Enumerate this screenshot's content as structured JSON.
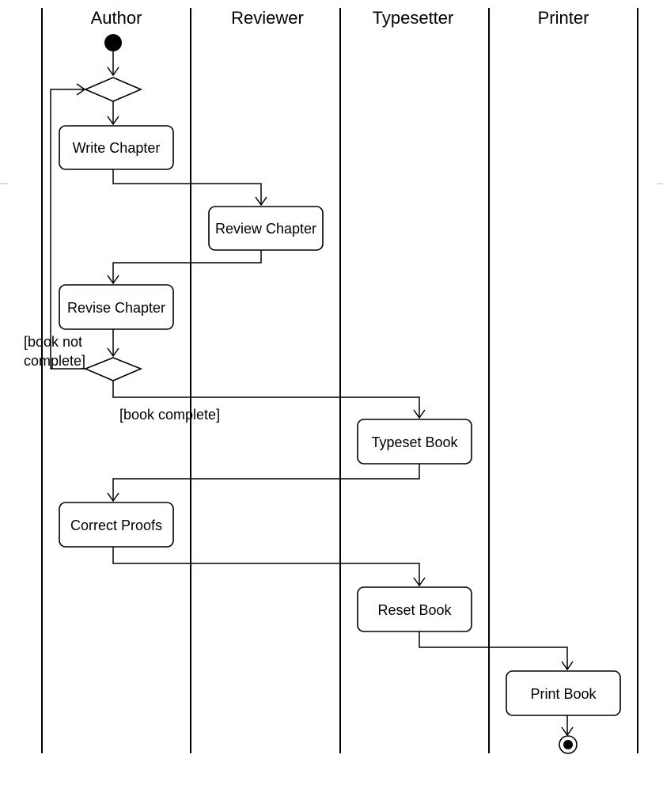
{
  "lanes": [
    "Author",
    "Reviewer",
    "Typesetter",
    "Printer"
  ],
  "nodes": {
    "write_chapter": "Write Chapter",
    "review_chapter": "Review Chapter",
    "revise_chapter": "Revise Chapter",
    "typeset_book": "Typeset Book",
    "correct_proofs": "Correct Proofs",
    "reset_book": "Reset Book",
    "print_book": "Print Book"
  },
  "guards": {
    "not_complete_line1": "[book not",
    "not_complete_line2": "complete]",
    "complete": "[book complete]"
  }
}
